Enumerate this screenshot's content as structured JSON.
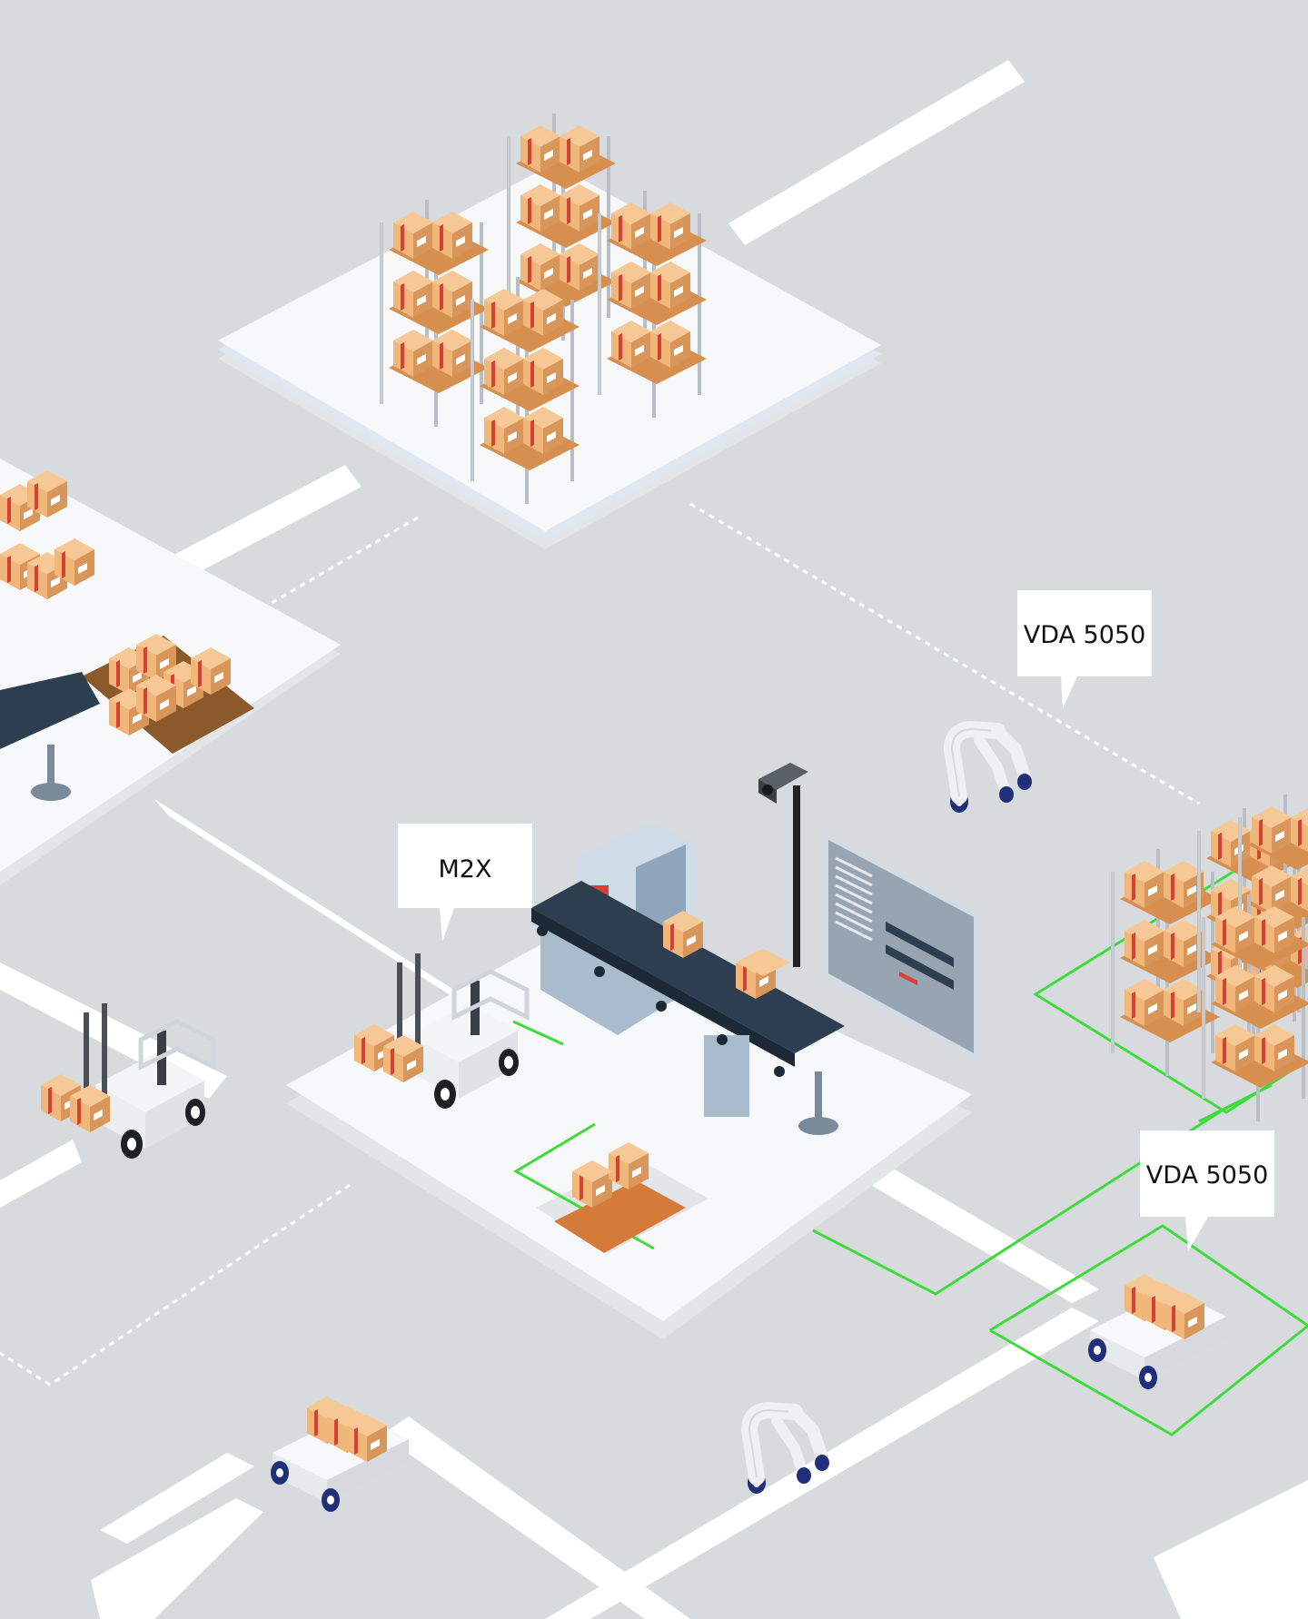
{
  "colors": {
    "background": "#d8dbde",
    "road": "#ffffff",
    "platform": "#f4f5f6",
    "platform_edge": "#e3e6e9",
    "box": "#f0b67a",
    "box_dark": "#d8965a",
    "tape": "#d94032",
    "rack": "#b9bec4",
    "green_path": "#3ddc3a",
    "dotted": "#ffffff",
    "conveyor": "#2c3e50",
    "machine": "#cfdbe6",
    "robot": "#eef1f4",
    "wheel": "#1f2f7a"
  },
  "callouts": [
    {
      "id": "vda-top",
      "label": "VDA 5050"
    },
    {
      "id": "m2x",
      "label": "M2X"
    },
    {
      "id": "vda-bottom",
      "label": "VDA 5050"
    }
  ],
  "icons": [
    "rack-icon",
    "forklift-icon",
    "conveyor-icon",
    "camera-icon",
    "monitor-icon",
    "robot-arm-icon",
    "agv-icon",
    "pallet-icon"
  ]
}
